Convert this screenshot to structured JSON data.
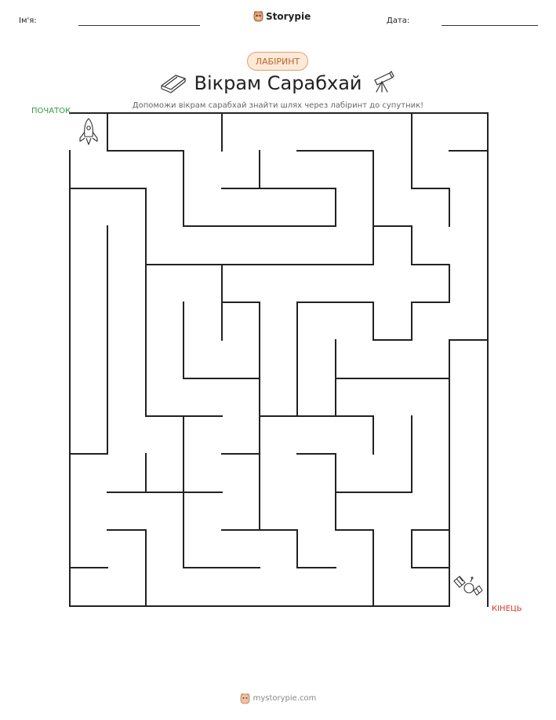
{
  "header": {
    "name_label": "Ім'я:",
    "date_label": "Дата:",
    "brand": "Storypie"
  },
  "badge": "ЛАБІРИНТ",
  "title": "Вікрам Сарабхай",
  "subtitle": "Допоможи вікрам сарабхай знайти шлях через лабіринт до супутник!",
  "maze": {
    "start_label": "ПОЧАТОК",
    "end_label": "КІНЕЦЬ",
    "start_color": "#2e9b3e",
    "end_color": "#d23a2a",
    "start_icon": "rocket-icon",
    "end_icon": "satellite-icon"
  },
  "title_icons": [
    "book-icon",
    "telescope-icon"
  ],
  "footer": {
    "site": "mystorypie.com"
  }
}
